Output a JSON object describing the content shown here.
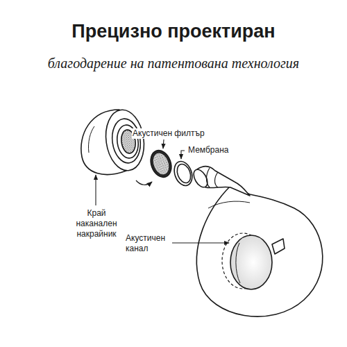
{
  "diagram": {
    "title": "Прецизно проектиран",
    "caption": "благодарение на патентована технология",
    "labels": [
      "Акустичен филтър",
      "Мембрана",
      "Край наканален накрайник",
      "Акустичен канал"
    ]
  }
}
